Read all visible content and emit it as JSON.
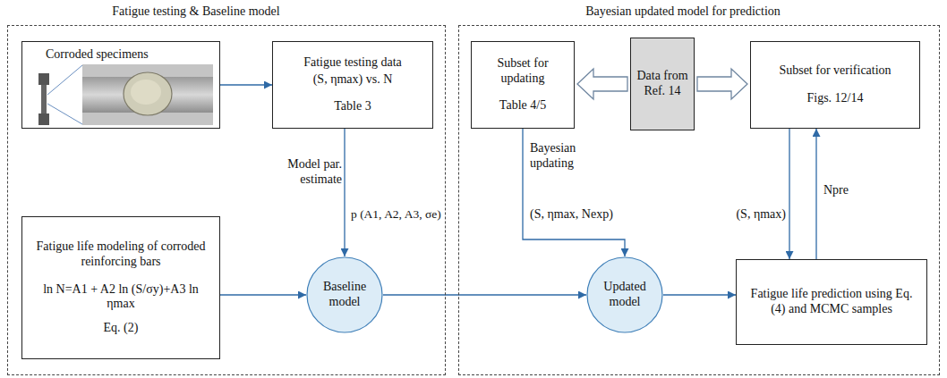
{
  "diagram": {
    "nodes": [
      {
        "text": [
          "Fatigue testing & Baseline model"
        ]
      },
      {
        "text": [
          "Corroded specimens"
        ],
        "in": 0
      },
      {
        "text": [
          "Fatigue testing data",
          "(S, ηmax) vs. N",
          "Table 3"
        ],
        "in": 0
      },
      {
        "text": [
          "Fatigue life modeling of corroded reinforcing bars",
          "ln N=A1 + A2 ln (S/σy)+A3 ln ηmax",
          "Eq. (2)"
        ],
        "in": 0
      },
      {
        "text": [
          "Baseline model"
        ],
        "in": 0
      },
      {
        "text": [
          "Bayesian updated model for prediction"
        ]
      },
      {
        "text": [
          "Subset for updating",
          "Table 4/5"
        ],
        "in": 5
      },
      {
        "text": [
          "Data from Ref. 14"
        ],
        "in": 5
      },
      {
        "text": [
          "Subset for verification",
          "Figs. 12/14"
        ],
        "in": 5
      },
      {
        "text": [
          "Updated model"
        ],
        "in": 5
      },
      {
        "text": [
          "Fatigue life prediction using Eq. (4) and MCMC samples"
        ],
        "in": 5
      }
    ],
    "edges": [
      {
        "from": 1,
        "to": 2,
        "arrow": "to"
      },
      {
        "from": 2,
        "to": 4,
        "arrow": "to",
        "label": "Model par. estimate"
      },
      {
        "from": 3,
        "to": 4,
        "arrow": "to"
      },
      {
        "from": 4,
        "to": 9,
        "arrow": "to"
      },
      {
        "from": 7,
        "to": 6,
        "arrow": "to"
      },
      {
        "from": 7,
        "to": 8,
        "arrow": "to"
      },
      {
        "from": 6,
        "to": 9,
        "arrow": "to",
        "label": "Bayesian updating"
      },
      {
        "from": 9,
        "to": 10,
        "arrow": "to"
      },
      {
        "from": 8,
        "to": 10,
        "arrow": "to",
        "label": "(S, ηmax)"
      },
      {
        "from": 10,
        "to": 8,
        "arrow": "to",
        "label": "Npre"
      }
    ],
    "labels": [
      "p (A1, A2, A3, σe)",
      "(S, ηmax, Nexp)"
    ]
  }
}
